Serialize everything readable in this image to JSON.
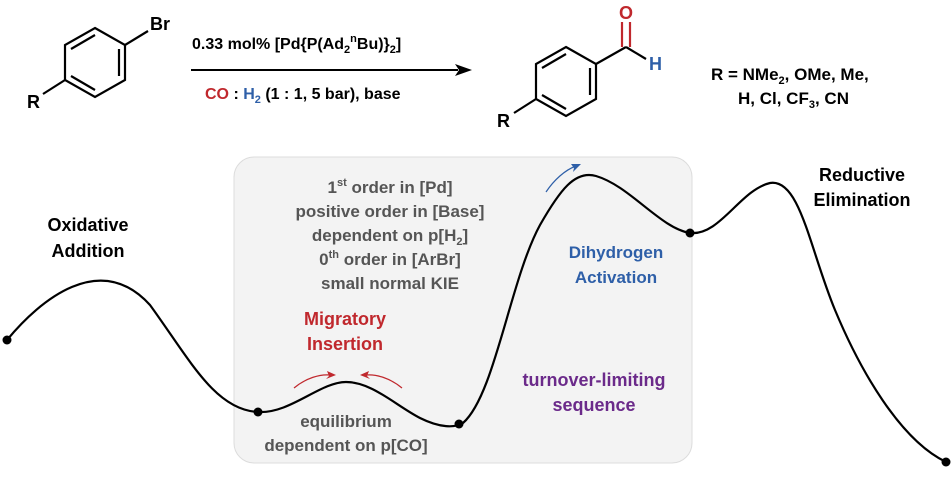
{
  "reaction": {
    "reactant": {
      "halogen_label": "Br",
      "r_label": "R"
    },
    "product": {
      "o_label": "O",
      "h_label": "H",
      "r_label": "R"
    },
    "catalyst": {
      "prefix": "0.33 mol% [Pd{P(Ad",
      "sub": "2",
      "sup": "n",
      "suffix1": "Bu)}",
      "sub2": "2",
      "close": "]"
    },
    "conditions": {
      "co": "CO",
      "colon": " : ",
      "h2_main": "H",
      "h2_sub": "2",
      "rest": " (1 : 1, 5 bar), base"
    },
    "scope": {
      "line1_a": "R = NMe",
      "line1_sub": "2",
      "line1_b": ", OMe, Me,",
      "line2_a": "H, Cl, CF",
      "line2_sub": "3",
      "line2_b": ", CN"
    }
  },
  "profile": {
    "oxidative_addition": [
      "Oxidative",
      "Addition"
    ],
    "reductive_elimination": [
      "Reductive",
      "Elimination"
    ],
    "migratory_insertion": [
      "Migratory",
      "Insertion"
    ],
    "dihydrogen_activation": [
      "Dihydrogen",
      "Activation"
    ],
    "turnover_limiting": [
      "turnover-limiting",
      "sequence"
    ],
    "equilibrium": [
      "equilibrium",
      "dependent on p[CO]"
    ],
    "kinetics": {
      "l1_sup_base": "1",
      "l1_sup": "st",
      "l1_rest": " order in [Pd]",
      "l2": "positive order in [Base]",
      "l3_a": "dependent on p[H",
      "l3_sub": "2",
      "l3_b": "]",
      "l4_base": "0",
      "l4_sup": "th",
      "l4_rest": " order in [ArBr]",
      "l5": "small normal KIE"
    }
  },
  "colors": {
    "black": "#000000",
    "red": "#c0282d",
    "blue": "#2e5fa8",
    "purple": "#6b2a8a",
    "gray_text": "#555555",
    "panel": "#f3f3f3",
    "panel_border": "#dcdcdc"
  }
}
